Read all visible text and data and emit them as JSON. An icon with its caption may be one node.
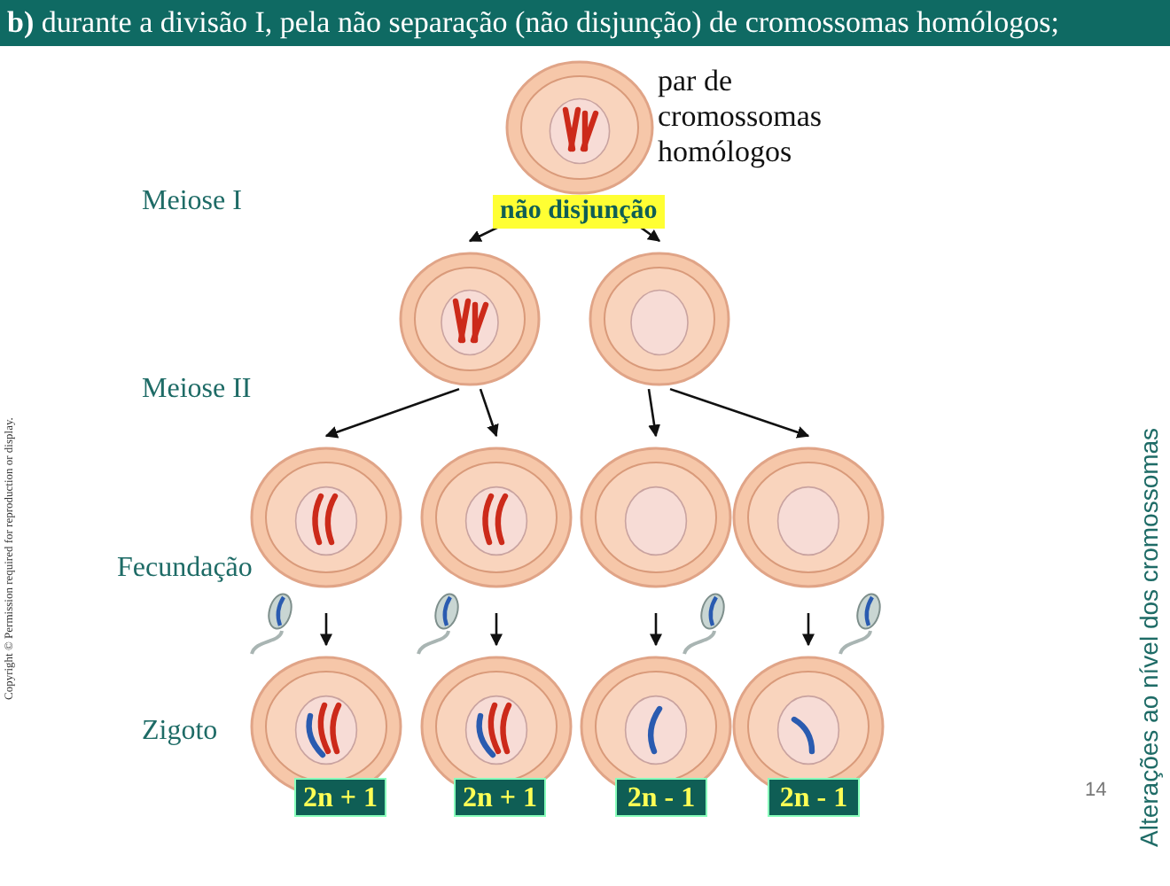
{
  "diagram": {
    "title": "**b)** durante a divisão I, pela não separação (não disjunção) de cromossomas homólogos;",
    "nodes": [
      {
        "text": [],
        "shape": "picture",
        "beside": [
          "par de cromossomas homólogos"
        ]
      },
      {
        "text": [],
        "shape": "picture"
      },
      {
        "text": [],
        "shape": "picture"
      },
      {
        "text": [],
        "shape": "picture"
      },
      {
        "text": [],
        "shape": "picture"
      },
      {
        "text": [],
        "shape": "picture"
      },
      {
        "text": [],
        "shape": "picture"
      },
      {
        "text": [],
        "shape": "picture"
      },
      {
        "text": [],
        "shape": "picture"
      },
      {
        "text": [],
        "shape": "picture"
      },
      {
        "text": [],
        "shape": "picture"
      },
      {
        "text": [
          "2n + 1"
        ]
      },
      {
        "text": [
          "2n + 1"
        ]
      },
      {
        "text": [
          "2n - 1"
        ]
      },
      {
        "text": [
          "2n - 1"
        ]
      }
    ],
    "edges": [
      {
        "from": 0,
        "to": 1,
        "arrow": "to"
      },
      {
        "from": 0,
        "to": 2,
        "arrow": "to"
      },
      {
        "from": 1,
        "to": 3,
        "arrow": "to"
      },
      {
        "from": 1,
        "to": 4,
        "arrow": "to"
      },
      {
        "from": 2,
        "to": 5,
        "arrow": "to"
      },
      {
        "from": 2,
        "to": 6,
        "arrow": "to"
      },
      {
        "from": 3,
        "to": 7,
        "arrow": "to"
      },
      {
        "from": 4,
        "to": 8,
        "arrow": "to"
      },
      {
        "from": 5,
        "to": 9,
        "arrow": "to"
      },
      {
        "from": 6,
        "to": 10,
        "arrow": "to"
      }
    ],
    "labels": [
      "Meiose I",
      "não disjunção",
      "Meiose II",
      "Fecundação",
      "Zigoto",
      "14",
      "Copyright © Permission required for reproduction or display.",
      "Alterações ao nível dos cromossomas"
    ]
  }
}
